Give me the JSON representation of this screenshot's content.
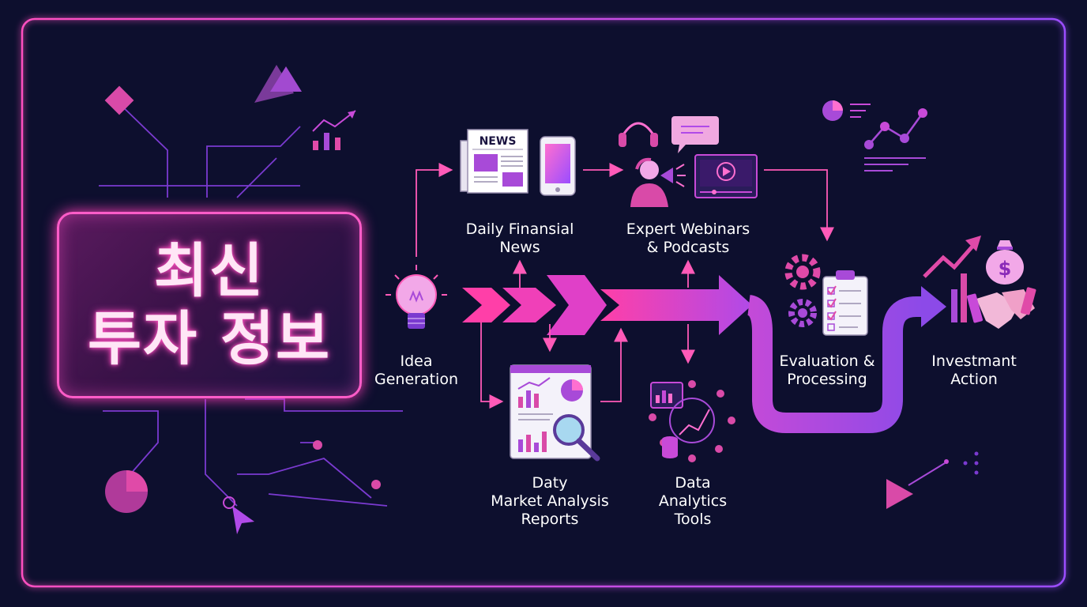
{
  "title": {
    "line1": "최신",
    "line2": "투자 정보"
  },
  "steps": {
    "idea": {
      "line1": "Idea",
      "line2": "Generation"
    },
    "news": {
      "line1": "Daily Finansial",
      "line2": "News"
    },
    "webinars": {
      "line1": "Expert Webinars",
      "line2": "& Podcasts"
    },
    "reports": {
      "line1": "Daty",
      "line2": "Market Analysis",
      "line3": "Reports"
    },
    "analytics": {
      "line1": "Data",
      "line2": "Analytics",
      "line3": "Tools"
    },
    "evaluation": {
      "line1": "Evaluation &",
      "line2": "Processing"
    },
    "investment": {
      "line1": "Investmant",
      "line2": "Action"
    }
  },
  "newspaper_header": "NEWS",
  "colors": {
    "background": "#0d0f2e",
    "accent_pink": "#ff4fc0",
    "accent_magenta": "#e040d8",
    "accent_purple": "#9b4dff",
    "text": "#ffffff"
  }
}
